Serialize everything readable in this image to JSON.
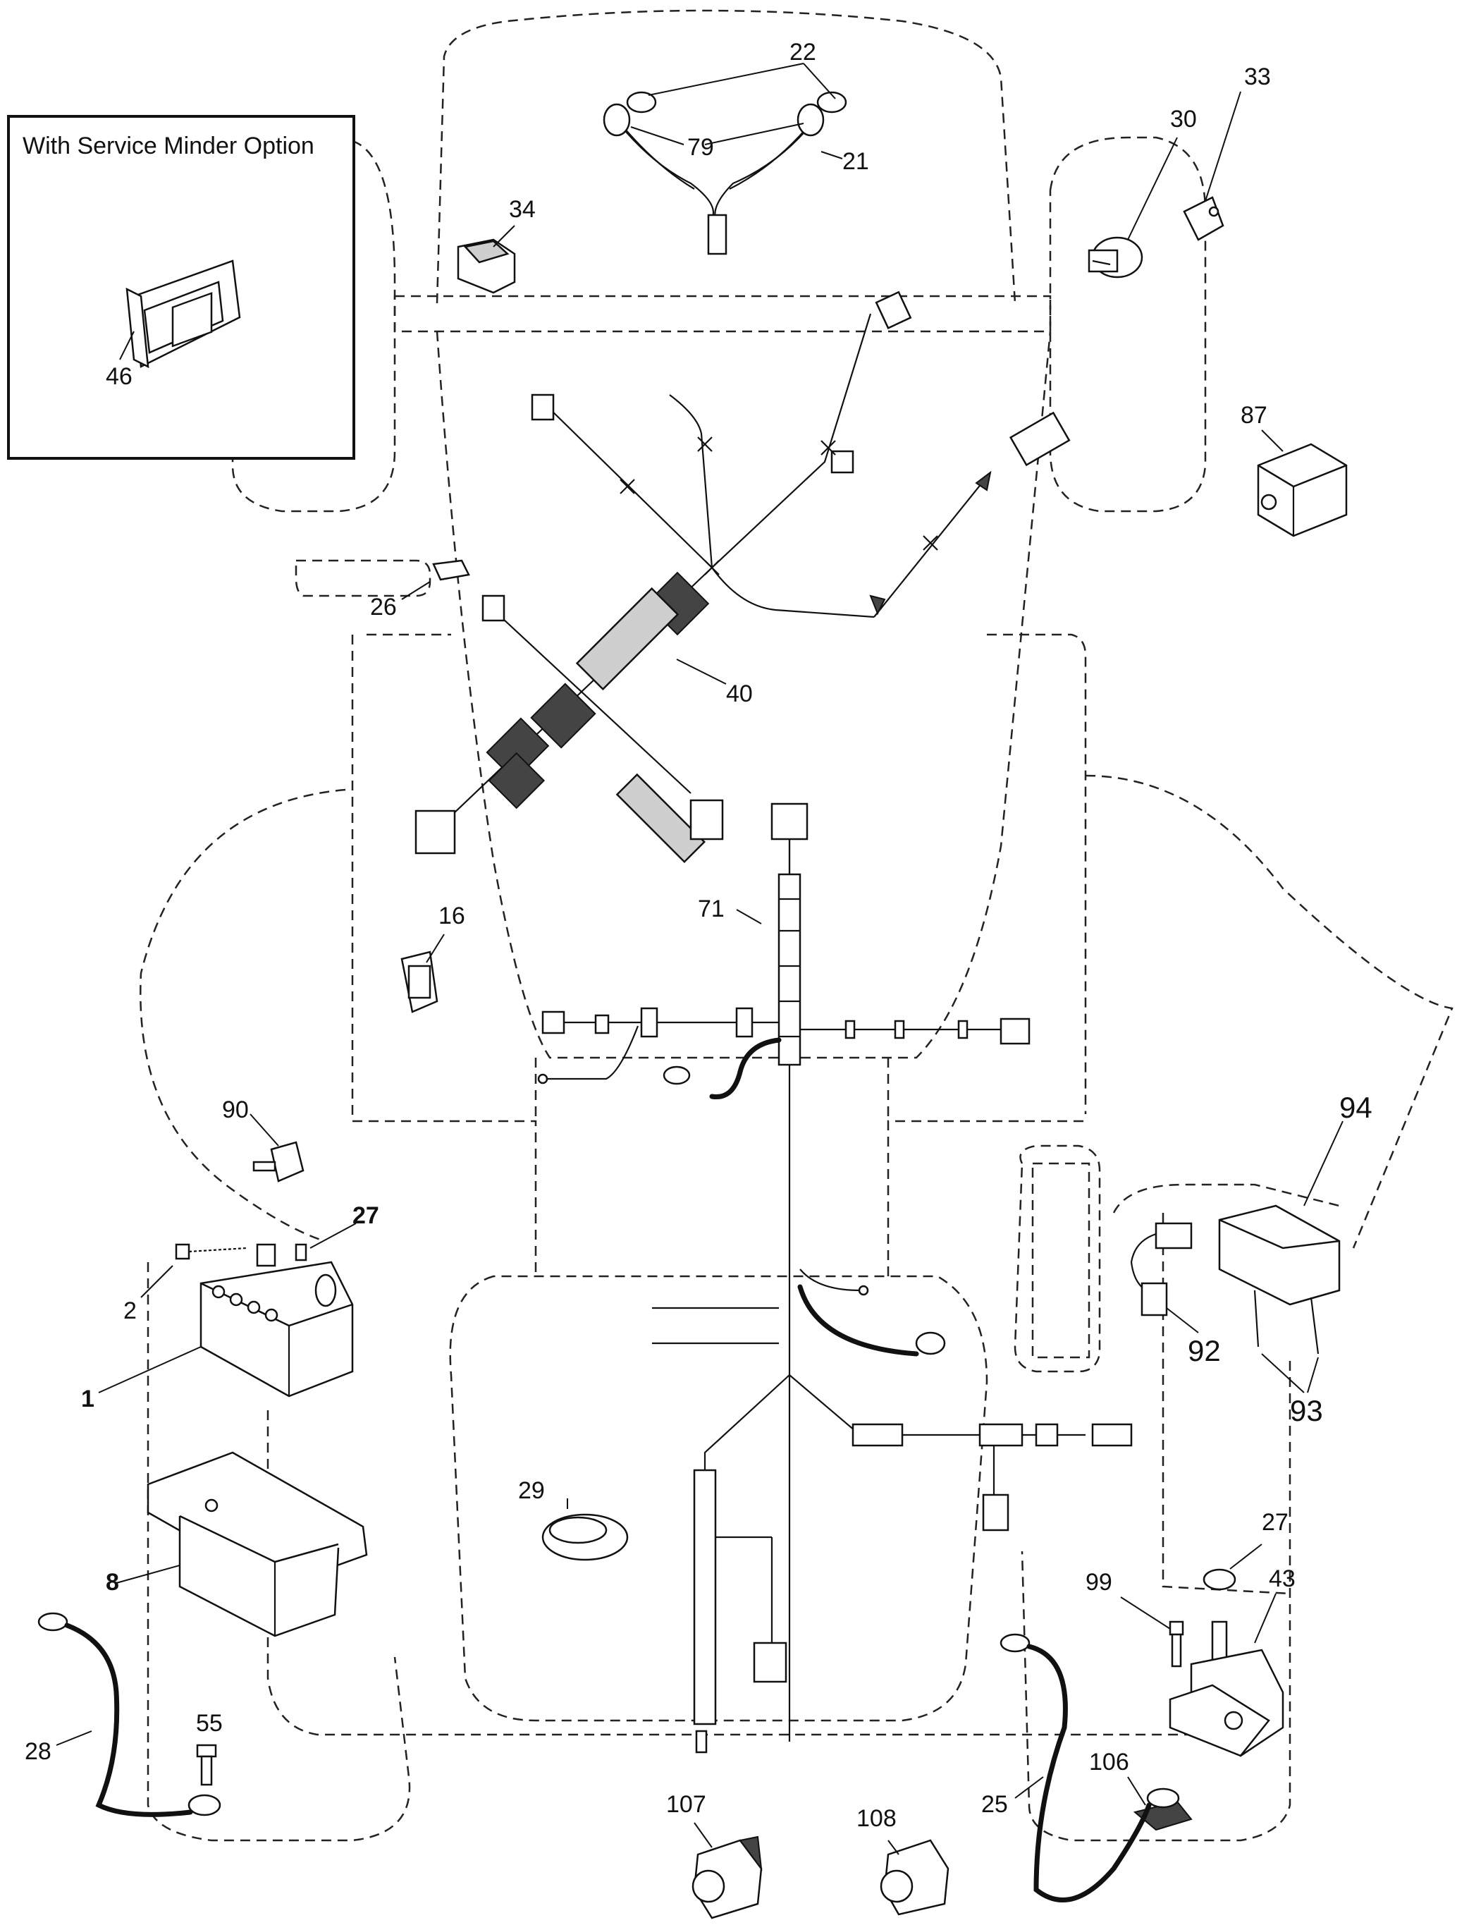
{
  "inset": {
    "title": "With Service Minder Option",
    "part": "46"
  },
  "callouts": {
    "p1": "1",
    "p2": "2",
    "p8": "8",
    "p16": "16",
    "p21": "21",
    "p22": "22",
    "p25": "25",
    "p26": "26",
    "p27a": "27",
    "p27b": "27",
    "p28": "28",
    "p29": "29",
    "p30": "30",
    "p33": "33",
    "p34": "34",
    "p40": "40",
    "p43": "43",
    "p55": "55",
    "p71": "71",
    "p79": "79",
    "p87": "87",
    "p90": "90",
    "p92": "92",
    "p93": "93",
    "p94": "94",
    "p99": "99",
    "p106": "106",
    "p107": "107",
    "p108": "108"
  },
  "icons": [
    "battery-icon",
    "battery-box-icon",
    "cable-icon",
    "bolt-icon",
    "switch-icon",
    "relay-icon",
    "solenoid-icon",
    "connector-icon",
    "harness-icon",
    "lamp-icon",
    "plug-icon"
  ]
}
